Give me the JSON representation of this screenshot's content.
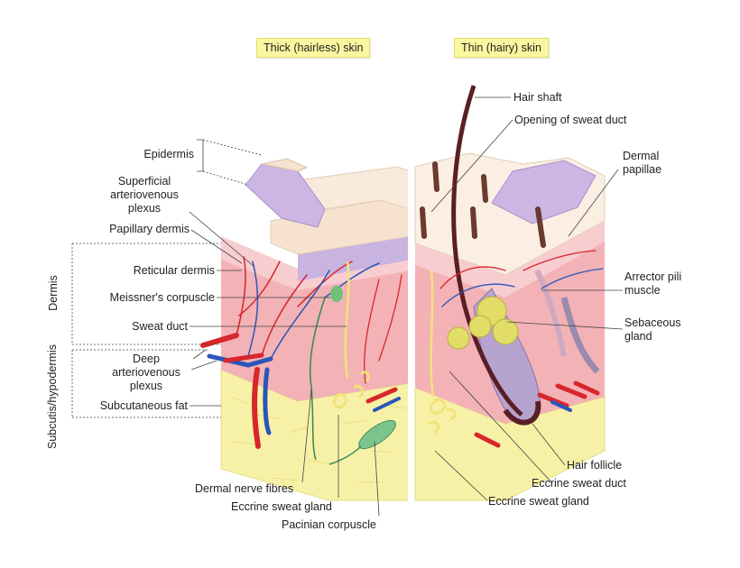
{
  "headers": {
    "thick": "Thick (hairless) skin",
    "thin": "Thin (hairy) skin"
  },
  "left_labels": {
    "epidermis": "Epidermis",
    "superficial_plexus": [
      "Superficial",
      "arteriovenous",
      "plexus"
    ],
    "papillary_dermis": "Papillary dermis",
    "reticular_dermis": "Reticular dermis",
    "meissners_corpuscle": "Meissner's corpuscle",
    "sweat_duct": "Sweat duct",
    "deep_plexus": [
      "Deep",
      "arteriovenous",
      "plexus"
    ],
    "subcutaneous_fat": "Subcutaneous fat"
  },
  "side_labels": {
    "dermis": "Dermis",
    "subcutis": "Subcutis/hypodermis"
  },
  "bottom_labels": {
    "dermal_nerve_fibres": "Dermal nerve fibres",
    "eccrine_sweat_gland_left": "Eccrine sweat gland",
    "pacinian_corpuscle": "Pacinian corpuscle",
    "eccrine_sweat_gland_right": "Eccrine sweat gland"
  },
  "right_labels": {
    "hair_shaft": "Hair shaft",
    "opening_sweat_duct": "Opening of sweat duct",
    "dermal_papillae": [
      "Dermal",
      "papillae"
    ],
    "arrector_pili": [
      "Arrector pili",
      "muscle"
    ],
    "sebaceous_gland": [
      "Sebaceous",
      "gland"
    ],
    "hair_follicle": "Hair follicle",
    "eccrine_sweat_duct": "Eccrine sweat duct"
  },
  "colors": {
    "fat": "#f7f1a8",
    "dermis": "#f2b2b6",
    "papillary": "#f7cdd0",
    "epidermis_purple": "#c9b3e0",
    "epidermis_top": "#f6e2cf",
    "artery": "#d8262b",
    "vein": "#2a56b8",
    "hair": "#5a1f25",
    "sebaceous": "#e2dd66",
    "pacinian": "#7cc48e"
  }
}
